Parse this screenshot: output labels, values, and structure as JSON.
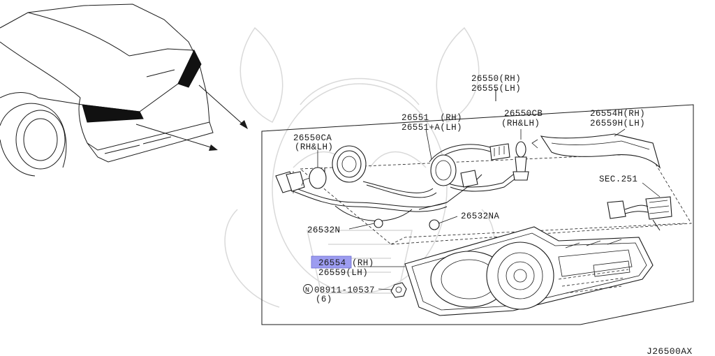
{
  "diagram_code": "J26500AX",
  "highlight_color": "#9c9cf0",
  "labels": {
    "assembly_rh": "26550(RH)",
    "assembly_lh": "26555(LH)",
    "socket_a_rh": "26551  (RH)",
    "socket_a_lh": "26551+A(LH)",
    "bulb_cb": "26550CB",
    "bulb_cb_side": "(RH&LH)",
    "bulb_ca": "26550CA",
    "bulb_ca_side": "(RH&LH)",
    "seal_rh": "26554H(RH)",
    "seal_lh": "26559H(LH)",
    "sec_ref": "SEC.251",
    "clip_na": "26532NA",
    "clip_n": "26532N",
    "lens_rh_highlight": "26554",
    "lens_rh_suffix": "(RH)",
    "lens_lh": "26559(LH)",
    "nut_part": "08911-10537",
    "nut_symbol": "N",
    "nut_qty": "(6)"
  }
}
